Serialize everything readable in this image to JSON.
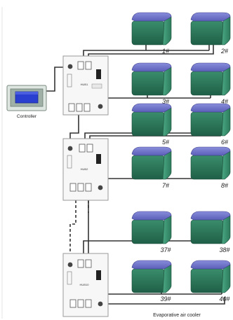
{
  "controller": {
    "label": "Controller"
  },
  "hubs": [
    {
      "id": "hub-1",
      "label": "HUB1"
    },
    {
      "id": "hub-2",
      "label": "HUB2"
    },
    {
      "id": "hub-n",
      "label": "HUB10"
    }
  ],
  "units": [
    {
      "id": "unit-1",
      "label": "1#"
    },
    {
      "id": "unit-2",
      "label": "2#"
    },
    {
      "id": "unit-3",
      "label": "3#"
    },
    {
      "id": "unit-4",
      "label": "4#"
    },
    {
      "id": "unit-5",
      "label": "5#"
    },
    {
      "id": "unit-6",
      "label": "6#"
    },
    {
      "id": "unit-7",
      "label": "7#"
    },
    {
      "id": "unit-8",
      "label": "8#"
    },
    {
      "id": "unit-37",
      "label": "37#"
    },
    {
      "id": "unit-38",
      "label": "38#"
    },
    {
      "id": "unit-39",
      "label": "39#"
    },
    {
      "id": "unit-40",
      "label": "40#"
    }
  ],
  "caption": "Evaporative air cooler",
  "colors": {
    "cube_top": "#6f72c4",
    "cube_front": "#2f7a5e",
    "cube_side": "#3f9a78",
    "screen": "#2a3fd0",
    "wire": "#333333"
  }
}
